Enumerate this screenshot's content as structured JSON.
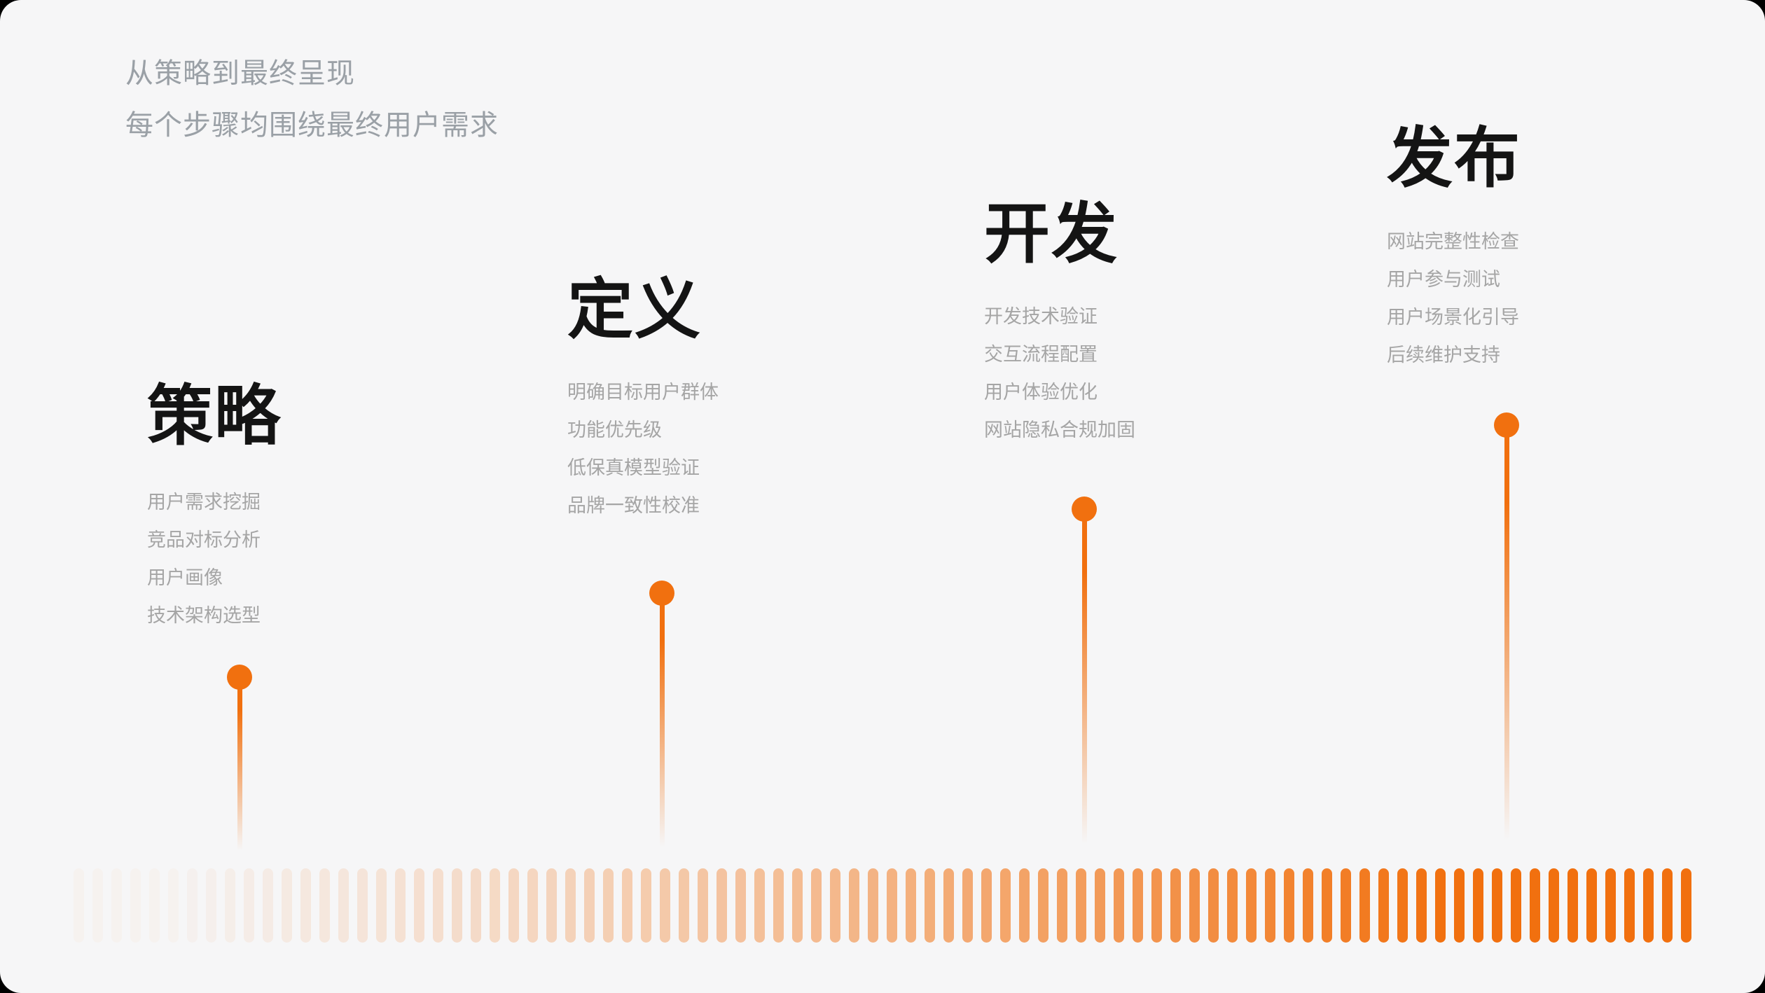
{
  "colors": {
    "accent": "#F1700F",
    "background": "#F6F6F7",
    "heading": "#141414",
    "item_text": "#A5A5A5",
    "subtitle_text": "#9AA0A6"
  },
  "intro": {
    "line1": "从策略到最终呈现",
    "line2": "每个步骤均围绕最终用户需求"
  },
  "stages": [
    {
      "title": "策略",
      "items": [
        "用户需求挖掘",
        "竞品对标分析",
        "用户画像",
        "技术架构选型"
      ]
    },
    {
      "title": "定义",
      "items": [
        "明确目标用户群体",
        "功能优先级",
        "低保真模型验证",
        "品牌一致性校准"
      ]
    },
    {
      "title": "开发",
      "items": [
        "开发技术验证",
        "交互流程配置",
        "用户体验优化",
        "网站隐私合规加固"
      ]
    },
    {
      "title": "发布",
      "items": [
        "网站完整性检查",
        "用户参与测试",
        "用户场景化引导",
        "后续维护支持"
      ]
    }
  ],
  "timeline": {
    "bar_count": 86,
    "fade_start_opacity": 0.03,
    "full_opacity_at": 0.85
  }
}
